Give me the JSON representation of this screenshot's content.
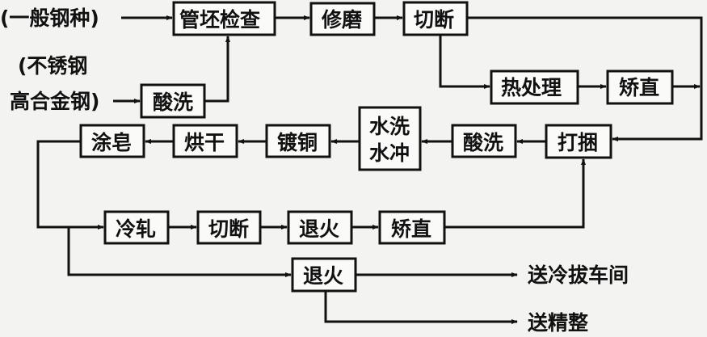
{
  "inputs": {
    "general_steel": "(一般钢种)",
    "stainless_line1": "(不锈钢",
    "stainless_line2": "高合金钢)"
  },
  "nodes": {
    "billet_inspection": "管坯检查",
    "grinding": "修磨",
    "cutting1": "切断",
    "heat_treatment": "热处理",
    "straightening1": "矫直",
    "pickling1": "酸洗",
    "bundling": "打捆",
    "pickling2": "酸洗",
    "washing_line1": "水洗",
    "washing_line2": "水冲",
    "copper_plating": "镀铜",
    "drying": "烘干",
    "soaping": "涂皂",
    "cold_rolling": "冷轧",
    "cutting2": "切断",
    "annealing1": "退火",
    "straightening2": "矫直",
    "annealing2": "退火"
  },
  "outputs": {
    "to_cold_drawing": "送冷拔车间",
    "to_finishing": "送精整"
  }
}
